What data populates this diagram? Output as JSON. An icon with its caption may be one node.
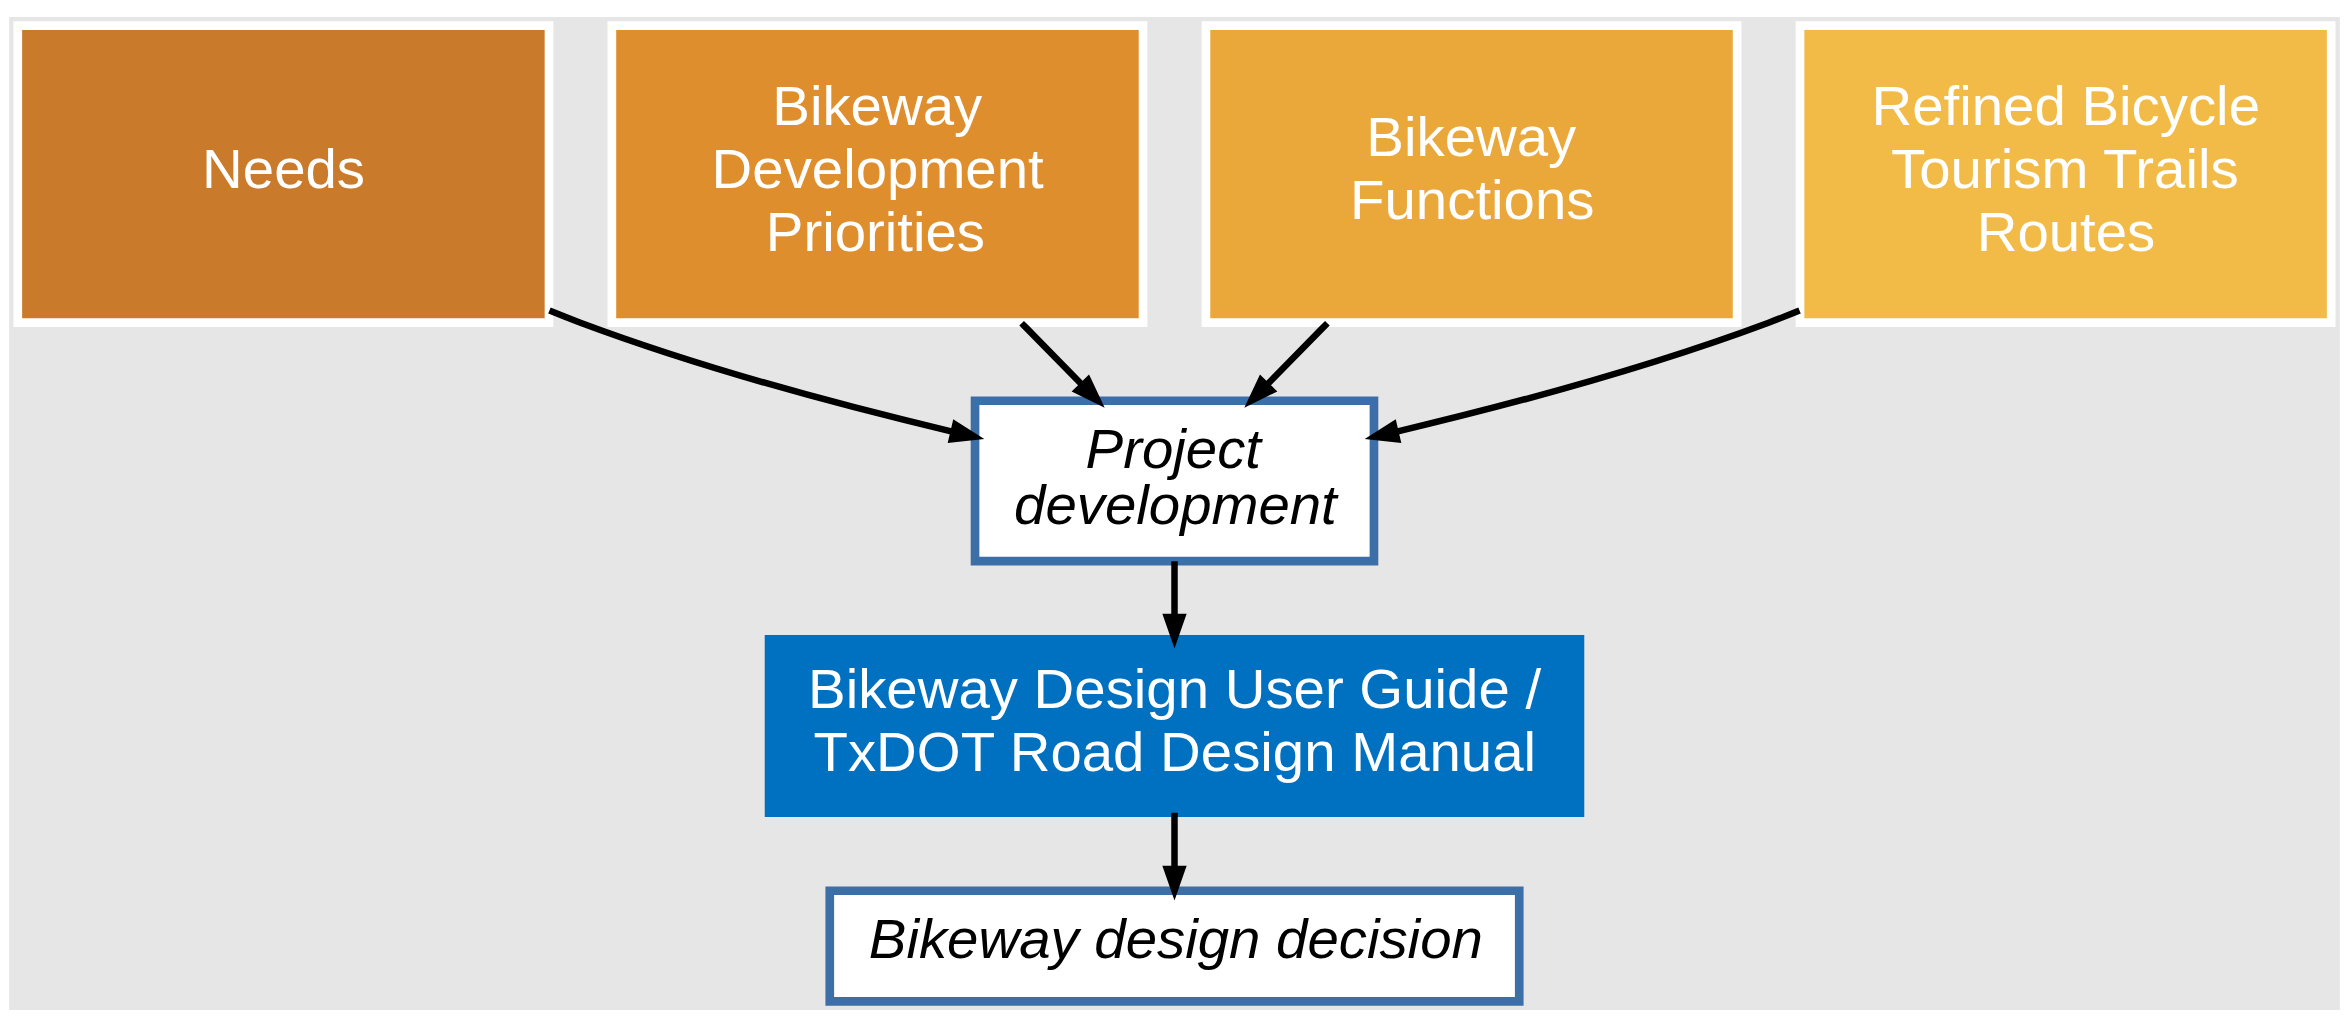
{
  "diagram": {
    "nodes": [
      {
        "text": [
          "Needs"
        ]
      },
      {
        "text": [
          "Bikeway Development Priorities"
        ]
      },
      {
        "text": [
          "Bikeway Functions"
        ]
      },
      {
        "text": [
          "Refined Bicycle Tourism Trails Routes"
        ]
      },
      {
        "text": [
          "Project development"
        ]
      },
      {
        "text": [
          "Bikeway Design User Guide / TxDOT Road Design Manual"
        ]
      },
      {
        "text": [
          "Bikeway design decision"
        ]
      }
    ],
    "edges": [
      {
        "from": 0,
        "to": 4,
        "arrow": "to"
      },
      {
        "from": 1,
        "to": 4,
        "arrow": "to"
      },
      {
        "from": 2,
        "to": 4,
        "arrow": "to"
      },
      {
        "from": 3,
        "to": 4,
        "arrow": "to"
      },
      {
        "from": 4,
        "to": 5,
        "arrow": "to"
      },
      {
        "from": 5,
        "to": 6,
        "arrow": "to"
      }
    ]
  }
}
